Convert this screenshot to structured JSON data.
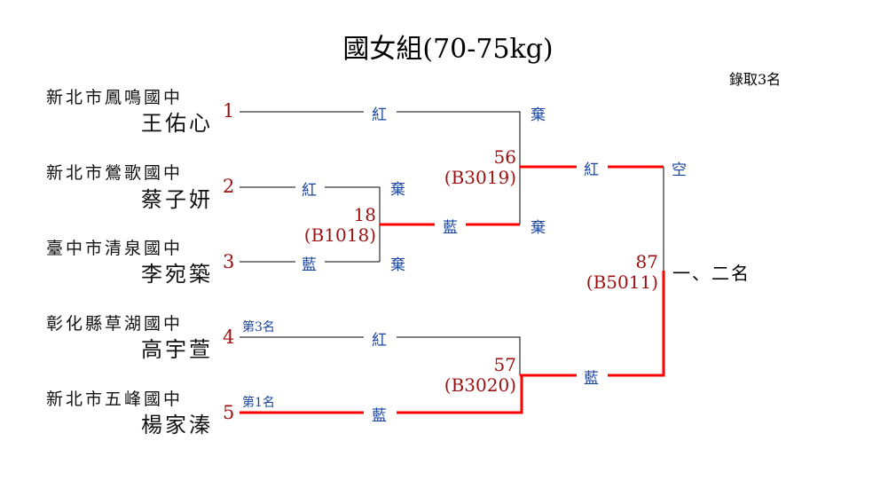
{
  "title": "國女組(70-75kg)",
  "quota": "錄取3名",
  "competitors": [
    {
      "seed": "1",
      "school": "新北市鳳鳴國中",
      "name": "王佑心"
    },
    {
      "seed": "2",
      "school": "新北市鶯歌國中",
      "name": "蔡子妍"
    },
    {
      "seed": "3",
      "school": "臺中市清泉國中",
      "name": "李宛築"
    },
    {
      "seed": "4",
      "school": "彰化縣草湖國中",
      "name": "高宇萱",
      "rank": "第3名"
    },
    {
      "seed": "5",
      "school": "新北市五峰國中",
      "name": "楊家溱",
      "rank": "第1名"
    }
  ],
  "matches": [
    {
      "no": "18",
      "code": "(B1018)"
    },
    {
      "no": "56",
      "code": "(B3019)"
    },
    {
      "no": "57",
      "code": "(B3020)"
    },
    {
      "no": "87",
      "code": "(B5011)"
    }
  ],
  "corners": {
    "red": "紅",
    "blue": "藍",
    "forfeit": "棄",
    "empty": "空"
  },
  "final_label": "一、二名",
  "colors": {
    "win_line": "#ff0000",
    "seed": "#9b1010",
    "corner": "#1a46a0"
  }
}
